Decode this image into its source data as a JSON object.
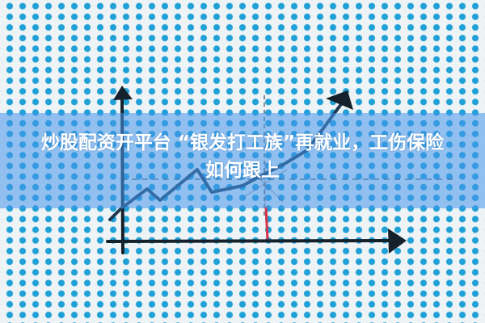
{
  "image": {
    "description": "Hand-drawn line chart with upward arrow on dotted paper",
    "colors": {
      "dots": "#1fa0d6",
      "paper": "#eef3f5",
      "ink": "#1b2a33",
      "red_marker": "#d6324a",
      "band": "#4696eb",
      "title_text": "#ffffff"
    }
  },
  "headline": {
    "line1": "炒股配资开平台 “银发打工族”再就业，工伤保险",
    "line2": "如何跟上"
  }
}
